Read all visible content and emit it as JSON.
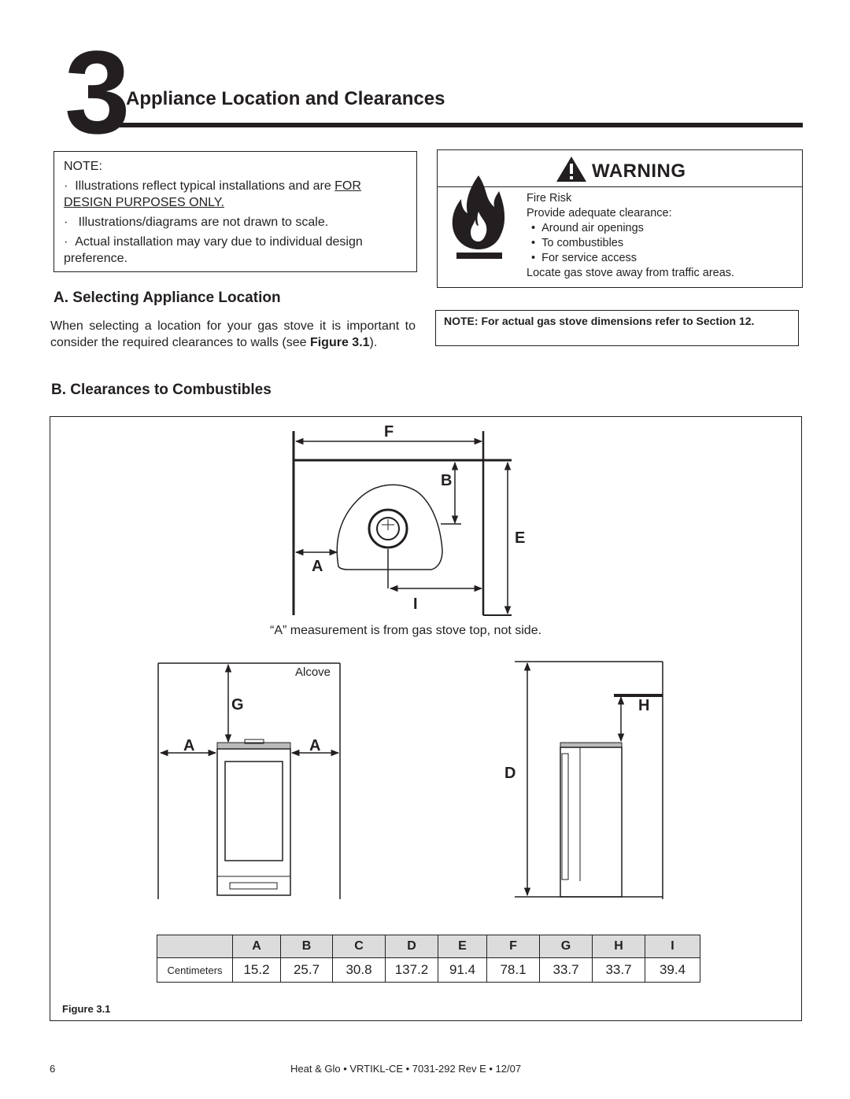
{
  "header": {
    "chapter_number": "3",
    "title": "Appliance Location and Clearances"
  },
  "note": {
    "heading": "NOTE:",
    "item1_lead": "Illustrations reflect typical installations and are ",
    "item1_underlined": "FOR DESIGN PURPOSES ONLY.",
    "item2": "Illustrations/diagrams are not drawn to scale.",
    "item3": "Actual installation may vary due to individual design preference."
  },
  "warning": {
    "title": "WARNING",
    "line1": "Fire Risk",
    "line2": "Provide adequate clearance:",
    "bullets": [
      "Around air openings",
      "To combustibles",
      "For service access"
    ],
    "line3": "Locate gas stove away from traffic areas."
  },
  "section_a": {
    "heading": "A. Selecting Appliance Location",
    "paragraph": "When selecting a location for your gas stove it is important to consider the required clearances to walls (see ",
    "fig_ref": "Figure 3.1",
    "paragraph_end": ")."
  },
  "note2": "NOTE: For actual gas stove dimensions refer to Section 12.",
  "section_b": {
    "heading": "B. Clearances to Combustibles"
  },
  "figure": {
    "labels": {
      "F": "F",
      "B": "B",
      "E": "E",
      "A": "A",
      "I": "I",
      "G": "G",
      "H": "H",
      "D": "D"
    },
    "caption": "“A” measurement is from gas stove top, not side.",
    "alcove": "Alcove",
    "label": "Figure 3.1"
  },
  "table": {
    "headers": [
      "A",
      "B",
      "C",
      "D",
      "E",
      "F",
      "G",
      "H",
      "I"
    ],
    "row_label": "Centimeters",
    "values": [
      "15.2",
      "25.7",
      "30.8",
      "137.2",
      "91.4",
      "78.1",
      "33.7",
      "33.7",
      "39.4"
    ]
  },
  "footer": {
    "page": "6",
    "text": "Heat & Glo • VRTIKL-CE • 7031-292 Rev E • 12/07"
  }
}
